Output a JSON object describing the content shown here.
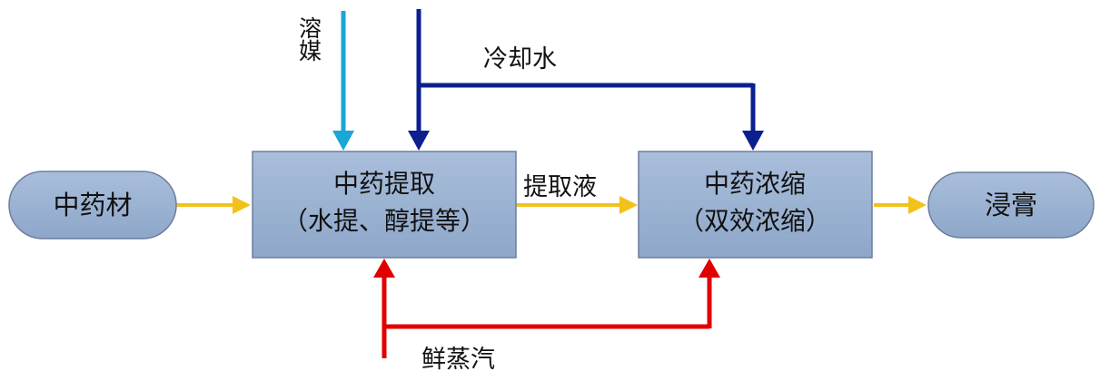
{
  "diagram": {
    "nodes": {
      "herb": "中药材",
      "extract_title": "中药提取",
      "extract_sub": "（水提、醇提等）",
      "concentrate_title": "中药浓缩",
      "concentrate_sub": "（双效浓缩）",
      "product": "浸膏"
    },
    "labels": {
      "solvent": "溶媒",
      "cooling_water": "冷却水",
      "extract_liquid": "提取液",
      "fresh_steam": "鲜蒸汽"
    },
    "colors": {
      "box_fill": "#9db3d1",
      "box_stroke": "#6b7f9e",
      "material_flow": "#f2c21a",
      "solvent": "#1aa6d6",
      "cooling_water": "#0b1f8f",
      "steam": "#e00000"
    }
  }
}
